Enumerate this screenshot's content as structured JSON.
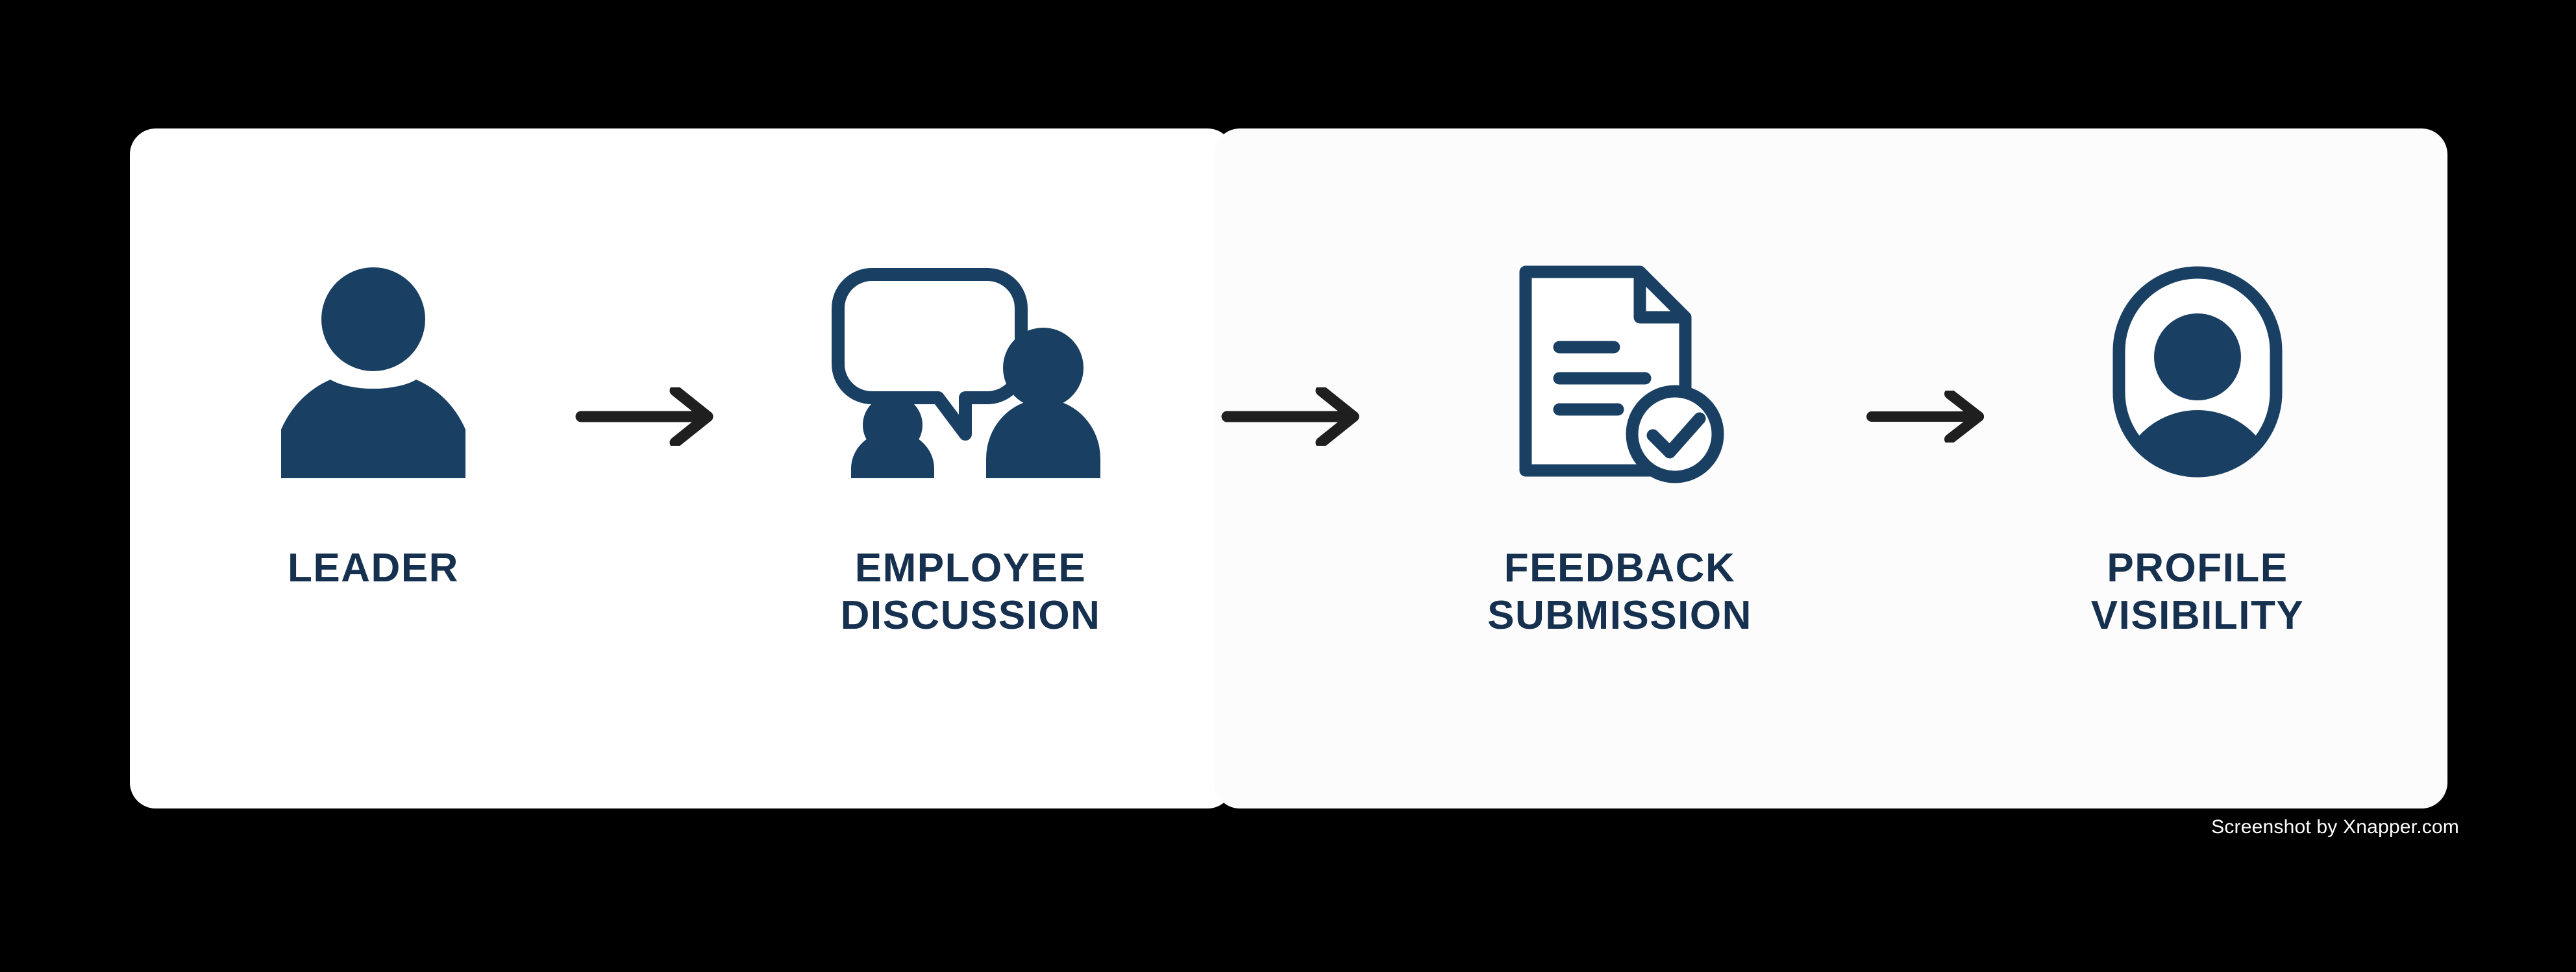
{
  "canvas": {
    "background_color": "#000000",
    "card_background": "#ffffff"
  },
  "theme": {
    "icon_color": "#194063",
    "label_color": "#16304f",
    "arrow_color": "#1f1f1f",
    "watermark_color": "#ffffff"
  },
  "diagram": {
    "type": "process-flow",
    "orientation": "horizontal",
    "step_count": 4,
    "connector_count": 3,
    "steps": [
      {
        "id": "leader",
        "order": 1,
        "label": "LEADER",
        "icon": "person-icon"
      },
      {
        "id": "employee-discussion",
        "order": 2,
        "label": "EMPLOYEE\nDISCUSSION",
        "icon": "two-people-speech-bubble-icon"
      },
      {
        "id": "feedback-submission",
        "order": 3,
        "label": "FEEDBACK\nSUBMISSION",
        "icon": "document-check-icon"
      },
      {
        "id": "profile-visibility",
        "order": 4,
        "label": "PROFILE\nVISIBILITY",
        "icon": "profile-avatar-icon"
      }
    ],
    "connectors": [
      {
        "id": "arrow-1",
        "from": "leader",
        "to": "employee-discussion",
        "icon": "arrow-right-icon"
      },
      {
        "id": "arrow-2",
        "from": "employee-discussion",
        "to": "feedback-submission",
        "icon": "arrow-right-icon"
      },
      {
        "id": "arrow-3",
        "from": "feedback-submission",
        "to": "profile-visibility",
        "icon": "arrow-right-icon"
      }
    ]
  },
  "watermark": {
    "text": "Screenshot by Xnapper.com"
  }
}
